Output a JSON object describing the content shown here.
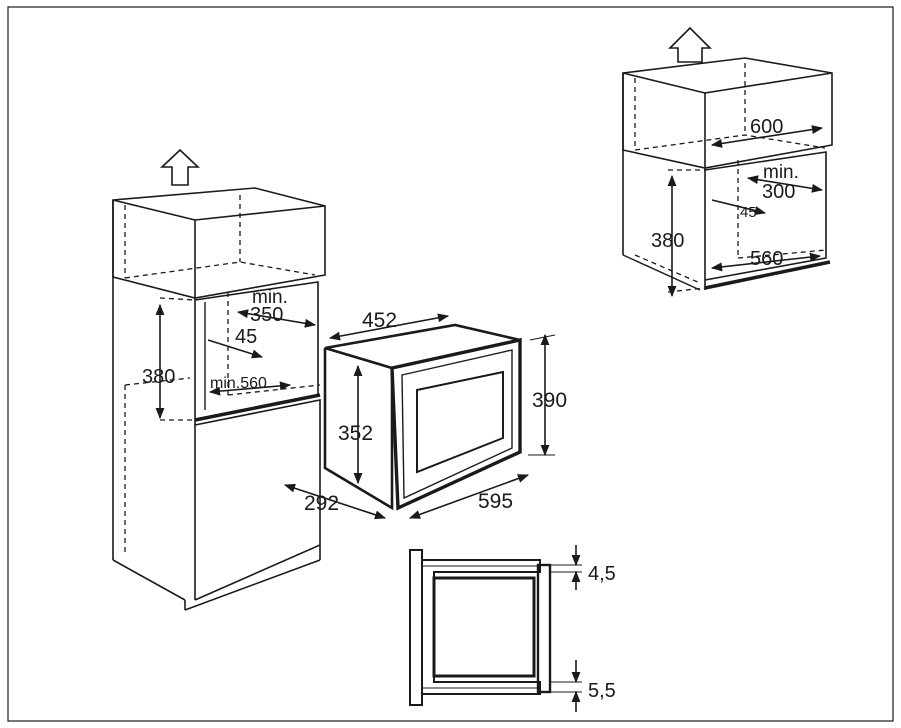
{
  "diagram": {
    "large_cabinet": {
      "min_label": "min.",
      "depth_350": "350",
      "gap_45": "45",
      "height_380": "380",
      "width_min560": "min.560"
    },
    "oven": {
      "depth_452": "452",
      "height_390": "390",
      "inner_352": "352",
      "depth_292": "292",
      "width_595": "595"
    },
    "wall_cabinet": {
      "width_600": "600",
      "min_label": "min.",
      "depth_300": "300",
      "gap_45": "45",
      "height_380": "380",
      "width_560": "560"
    },
    "profile": {
      "top_gap": "4,5",
      "bottom_gap": "5,5"
    }
  }
}
